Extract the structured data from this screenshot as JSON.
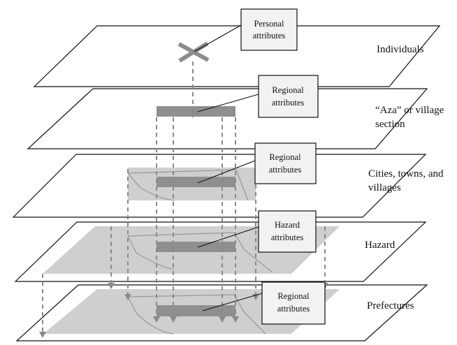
{
  "layers": [
    {
      "id": "individuals",
      "label_lines": [
        "Individuals"
      ]
    },
    {
      "id": "aza",
      "label_lines": [
        "“Aza” or village",
        "section"
      ]
    },
    {
      "id": "cities",
      "label_lines": [
        "Cities, towns, and",
        "villages"
      ]
    },
    {
      "id": "hazard",
      "label_lines": [
        "Hazard"
      ]
    },
    {
      "id": "prefectures",
      "label_lines": [
        "Prefectures"
      ]
    }
  ],
  "attribute_boxes": [
    {
      "id": "personal",
      "lines": [
        "Personal",
        "attributes"
      ]
    },
    {
      "id": "regional-aza",
      "lines": [
        "Regional",
        "attributes"
      ]
    },
    {
      "id": "regional-cities",
      "lines": [
        "Regional",
        "attributes"
      ]
    },
    {
      "id": "hazard",
      "lines": [
        "Hazard",
        "attributes"
      ]
    },
    {
      "id": "regional-prefectures",
      "lines": [
        "Regional",
        "attributes"
      ]
    }
  ],
  "icons": {
    "individual_marker": "cross-icon"
  },
  "colors": {
    "plane_outline": "#111111",
    "shaded_area": "#cfcfcf",
    "band": "#8f8f8f",
    "projection_line": "#8a8a8a",
    "box_fill": "#f2f2f2"
  }
}
